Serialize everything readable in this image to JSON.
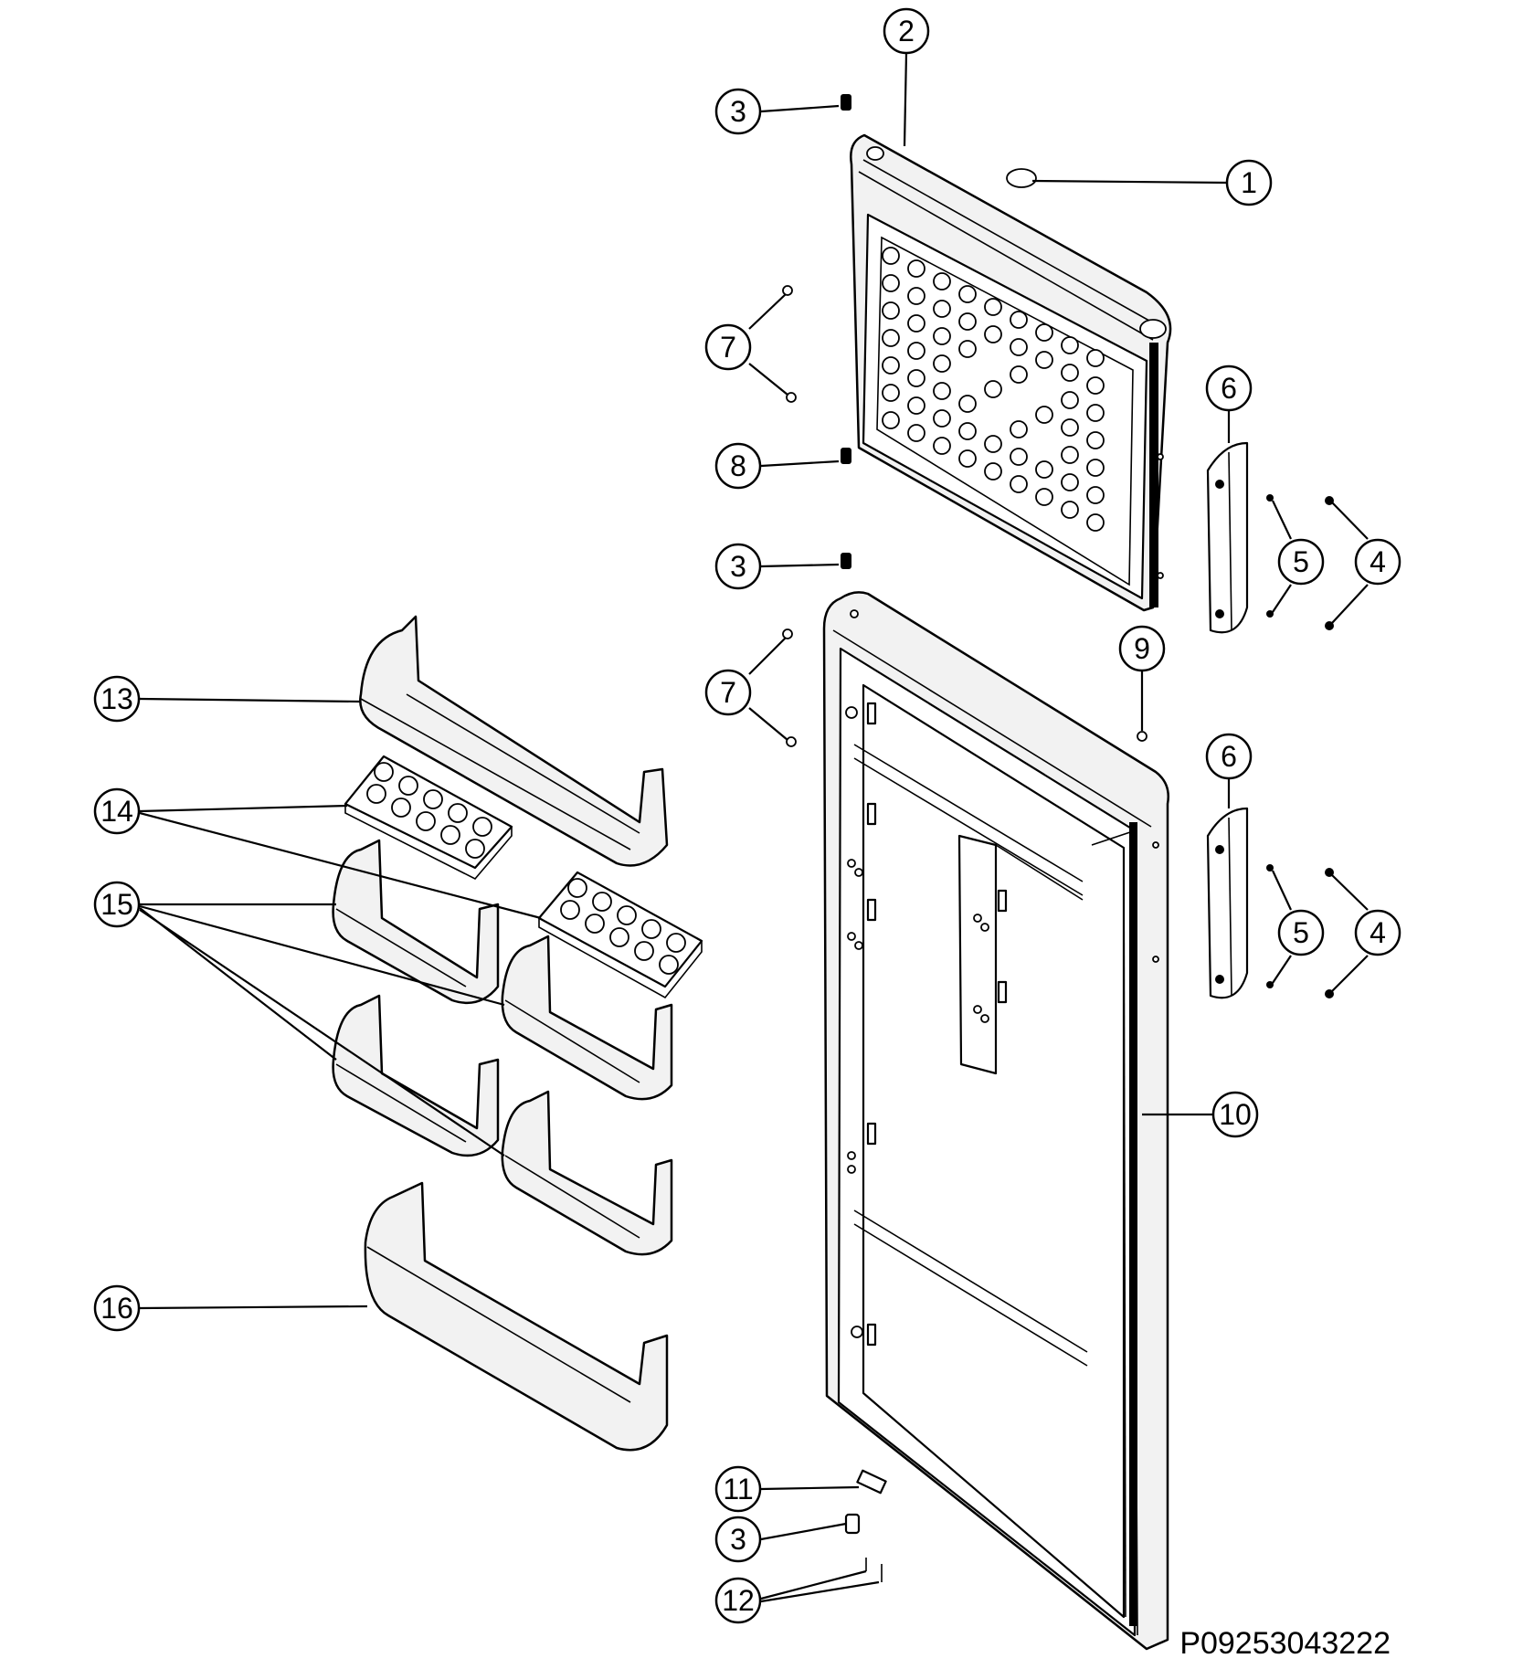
{
  "callouts": [
    "1",
    "2",
    "3",
    "4",
    "5",
    "6",
    "7",
    "8",
    "9",
    "10",
    "11",
    "12",
    "13",
    "14",
    "15",
    "16"
  ],
  "reference_code": "P09253043222"
}
